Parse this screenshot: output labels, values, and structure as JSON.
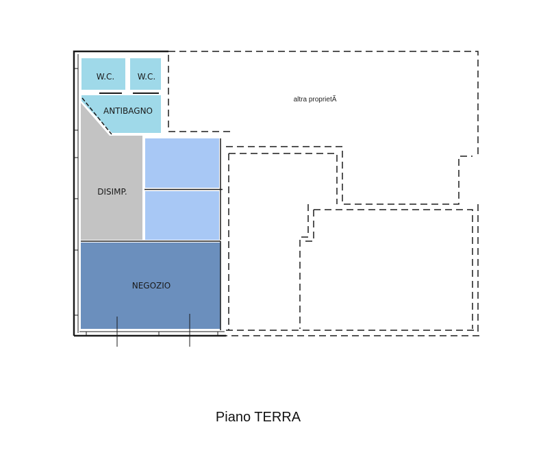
{
  "plan": {
    "caption": "Piano TERRA",
    "rooms": {
      "wc_1": "W.C.",
      "wc_2": "W.C.",
      "antibagno": "ANTIBAGNO",
      "disimp": "DISIMP.",
      "negozio": "NEGOZIO"
    },
    "other_property_label": "altra proprietÃ"
  },
  "colors": {
    "bathroom": "#9fd9e9",
    "corridor": "#c3c3c3",
    "storage": "#a8c8f5",
    "shop": "#6b8fbd",
    "walls": "#1a1a1a",
    "dashed": "#1a1a1a"
  }
}
